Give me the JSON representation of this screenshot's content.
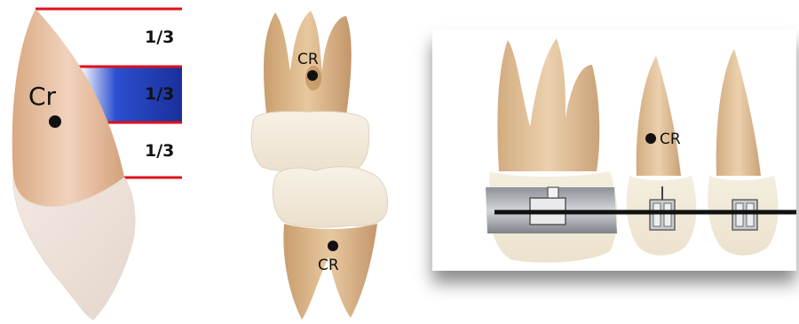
{
  "panel1": {
    "label_cr": "Cr",
    "thirds": [
      "1/3",
      "1/3",
      "1/3"
    ]
  },
  "panel2": {
    "label_upper": "CR",
    "label_lower": "CR"
  },
  "panel3": {
    "label_cr": "CR"
  },
  "colors": {
    "tooth_root": "#e3bf95",
    "tooth_crown": "#f5eedd",
    "red_line": "#e0101c",
    "blue_band": "#1f3fb8",
    "bracket_metal": "#a9adb3"
  }
}
